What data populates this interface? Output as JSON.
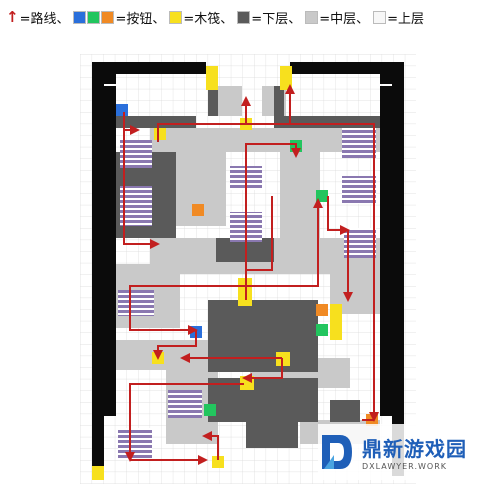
{
  "legend": {
    "route": "=路线、",
    "buttons": "=按钮、",
    "raft": "=木筏、",
    "lower": "=下层、",
    "middle": "=中层、",
    "upper": "=上层"
  },
  "colors": {
    "route": "#c21f1f",
    "button_blue": "#2a6fdb",
    "button_green": "#22c55e",
    "button_orange": "#f08a24",
    "raft": "#f7e01e",
    "lower": "#5a5a5a",
    "middle": "#c9c9c9",
    "upper": "#f7f7f7",
    "wall": "#0b0b0b",
    "stairs": "#8a78b0"
  },
  "watermark": {
    "title": "鼎新游戏园",
    "subtitle": "DXLAWYER.WORK"
  }
}
